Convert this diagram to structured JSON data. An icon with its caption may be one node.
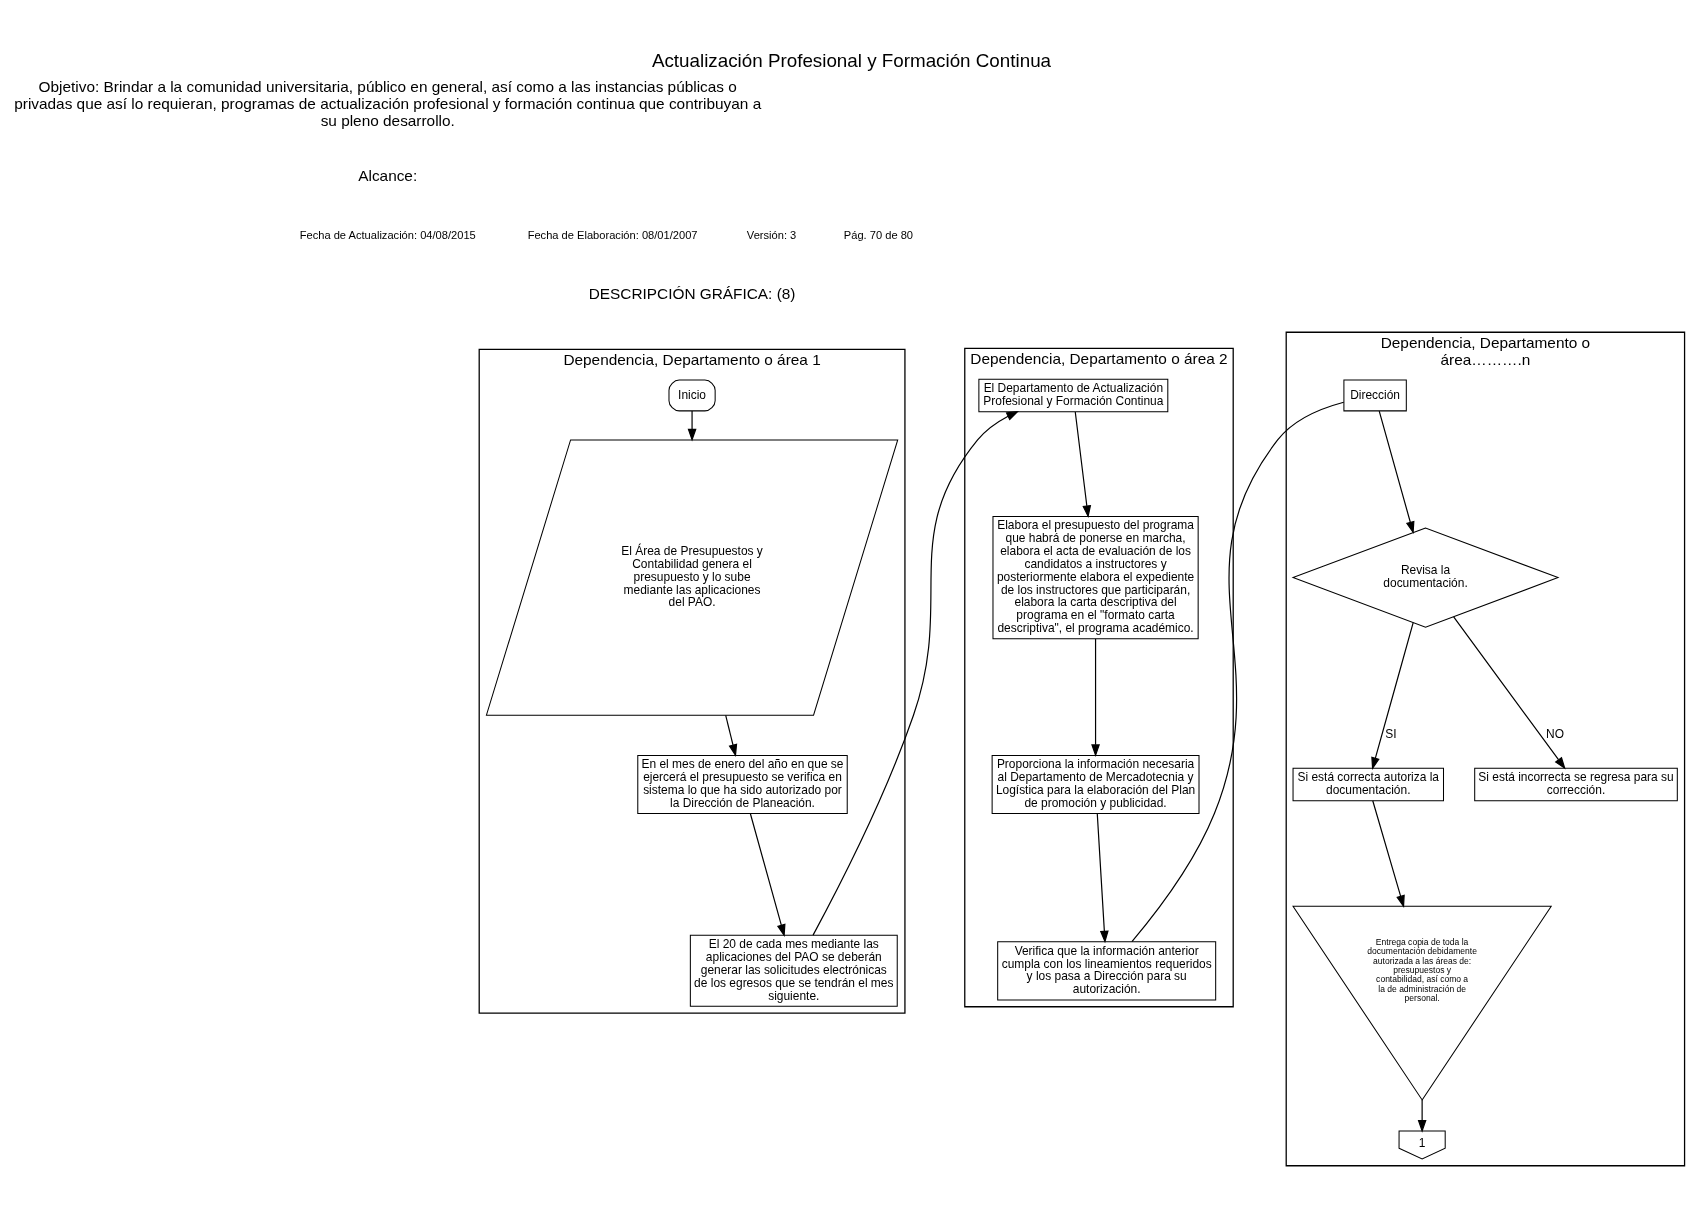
{
  "diagram": {
    "title": "Actualización Profesional y Formación Continua",
    "nodes": [
      {
        "text": [
          "Dependencia, Departamento o área 1"
        ]
      },
      {
        "text": [
          "Dependencia, Departamento o área 2"
        ]
      },
      {
        "text": [
          "Dependencia, Departamento o área……….n"
        ]
      },
      {
        "text": [
          "Inicio"
        ],
        "in": 0
      },
      {
        "text": [
          "El Área de Presupuestos y Contabilidad genera el presupuesto y lo sube mediante las aplicaciones del PAO."
        ],
        "in": 0
      },
      {
        "text": [
          "En el mes de enero del año en que se ejercerá el presupuesto se verifica en sistema lo que ha sido autorizado por la Dirección de Planeación."
        ],
        "in": 0
      },
      {
        "text": [
          "El 20 de cada mes mediante las aplicaciones del PAO se deberán generar las solicitudes electrónicas de los egresos que se tendrán el mes siguiente."
        ],
        "in": 0
      },
      {
        "text": [
          "El Departamento de Actualización Profesional y Formación Continua"
        ],
        "in": 1
      },
      {
        "text": [
          "Elabora el presupuesto del programa que habrá de ponerse en marcha, elabora el acta de evaluación de los candidatos a instructores y posteriormente elabora el expediente de los instructores que participarán, elabora la carta descriptiva del programa en el \"formato carta descriptiva\", el programa académico."
        ],
        "in": 1
      },
      {
        "text": [
          "Proporciona la información necesaria al Departamento de Mercadotecnia y Logística para la elaboración del Plan de promoción y publicidad."
        ],
        "in": 1
      },
      {
        "text": [
          "Verifica que la información anterior cumpla con los lineamientos requeridos y los pasa a Dirección para su autorización."
        ],
        "in": 1
      },
      {
        "text": [
          "Dirección"
        ],
        "in": 2
      },
      {
        "text": [
          "Revisa la documentación."
        ],
        "in": 2
      },
      {
        "text": [
          "Si está correcta autoriza la documentación."
        ],
        "in": 2
      },
      {
        "text": [
          "Si está incorrecta se regresa para su corrección."
        ],
        "in": 2
      },
      {
        "text": [
          "Entrega copia de toda la documentación debidamente autorizada a las áreas de: presupuestos y contabilidad, así como a la de administración de personal."
        ],
        "in": 2
      },
      {
        "text": [
          "1"
        ],
        "in": 2
      }
    ],
    "edges": [
      {
        "from": 3,
        "to": 4,
        "arrow": "to"
      },
      {
        "from": 4,
        "to": 5,
        "arrow": "to"
      },
      {
        "from": 5,
        "to": 6,
        "arrow": "to"
      },
      {
        "from": 6,
        "to": 7,
        "arrow": "to"
      },
      {
        "from": 7,
        "to": 8,
        "arrow": "to"
      },
      {
        "from": 8,
        "to": 9,
        "arrow": "to"
      },
      {
        "from": 9,
        "to": 10,
        "arrow": "to"
      },
      {
        "from": 10,
        "to": 11,
        "arrow": "none"
      },
      {
        "from": 11,
        "to": 12,
        "arrow": "to"
      },
      {
        "from": 12,
        "to": 13,
        "label": "SI",
        "arrow": "to"
      },
      {
        "from": 12,
        "to": 14,
        "label": "NO",
        "arrow": "to"
      },
      {
        "from": 13,
        "to": 15,
        "arrow": "to"
      },
      {
        "from": 15,
        "to": 16,
        "arrow": "to"
      }
    ],
    "labels": [
      "Objetivo: Brindar a la comunidad universitaria, público en general, así como a las instancias públicas o privadas que así lo requieran, programas de actualización profesional y formación continua que contribuyan a su pleno desarrollo.",
      "Alcance:",
      "Fecha de Elaboración: 08/01/2007",
      "Fecha de Actualización: 04/08/2015",
      "Versión: 3",
      "Pág. 70 de 80",
      "DESCRIPCIÓN GRÁFICA: (8)"
    ]
  }
}
